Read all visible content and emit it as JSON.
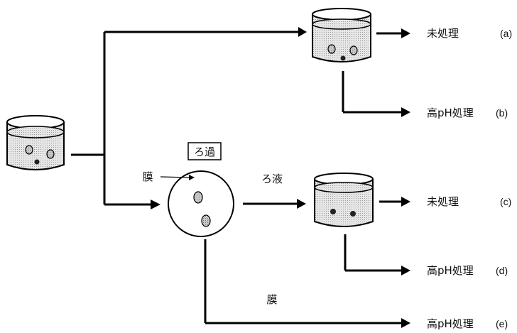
{
  "labels": {
    "filtration": "ろ過",
    "membrane_pointer": "膜",
    "filtrate": "ろ液",
    "membrane_bottom": "膜"
  },
  "outcomes": [
    {
      "treatment": "未処理",
      "tag": "(a)"
    },
    {
      "treatment": "高pH処理",
      "tag": "(b)"
    },
    {
      "treatment": "未処理",
      "tag": "(c)"
    },
    {
      "treatment": "高pH処理",
      "tag": "(d)"
    },
    {
      "treatment": "高pH処理",
      "tag": "(e)"
    }
  ],
  "colors": {
    "line": "#000000",
    "liquid": "#d9d9d9",
    "particle": "#bfbfbf",
    "dark_particle": "#222222"
  }
}
